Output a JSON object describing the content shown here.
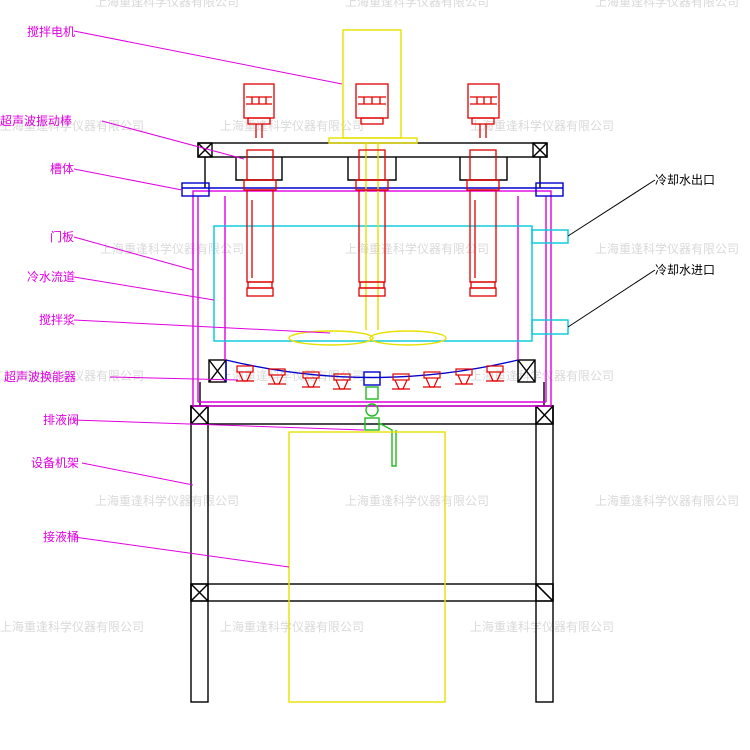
{
  "watermark": "上海重逢科学仪器有限公司",
  "labels_left": {
    "stir_motor": "搅拌电机",
    "ultrasonic_rod": "超声波振动棒",
    "tank_body": "槽体",
    "door_panel": "门板",
    "cooling_channel": "冷水流道",
    "stir_paddle": "搅拌浆",
    "ultrasonic_transducer": "超声波换能器",
    "drain_valve": "排液阀",
    "equipment_frame": "设备机架",
    "collection_bucket": "接液桶"
  },
  "labels_right": {
    "cooling_outlet": "冷却水出口",
    "cooling_inlet": "冷却水进口"
  },
  "colors": {
    "leader_left": "#e000e0",
    "leader_right": "#000000",
    "frame": "#000000",
    "tank": "#e000e0",
    "cooling": "#00c8d8",
    "rods": "#e00000",
    "motor": "#e8e000",
    "paddle": "#e8e000",
    "cover": "#0000cc",
    "valve": "#22bb22",
    "watermark": "#d9d9d9"
  }
}
